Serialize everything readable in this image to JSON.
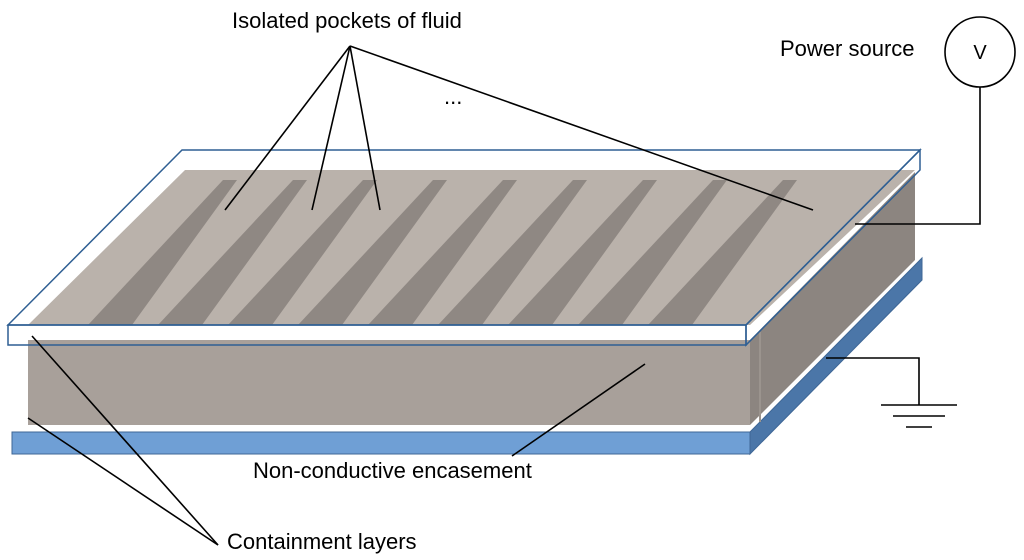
{
  "labels": {
    "pockets": "Isolated pockets of fluid",
    "ellipsis": "...",
    "power_source": "Power source",
    "voltmeter_symbol": "V",
    "encasement": "Non-conductive encasement",
    "containment": "Containment layers"
  },
  "colors": {
    "blue_layer": "#6f9fd5",
    "blue_layer_side": "#4b76a8",
    "blue_outline": "#2f5f93",
    "encasement_top": "#bab2ab",
    "encasement_front": "#a8a09a",
    "encasement_side": "#8c8580",
    "groove": "#8f8883"
  }
}
